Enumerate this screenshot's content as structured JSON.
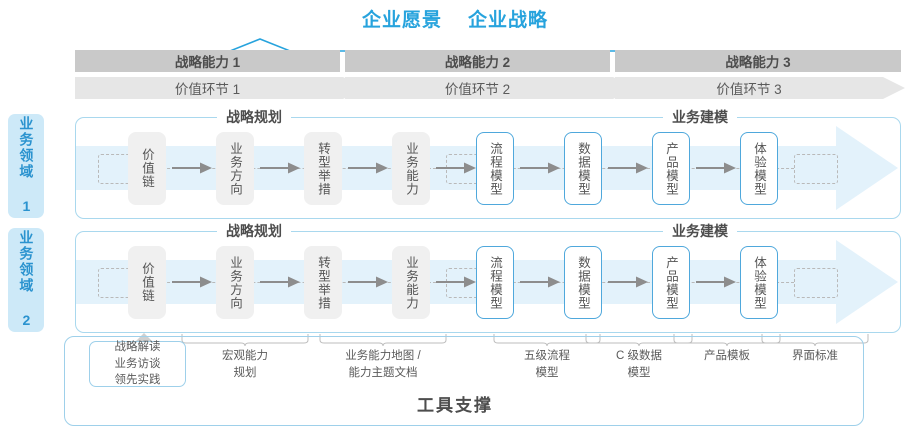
{
  "header": {
    "vision_label": "企业愿景",
    "strategy_label": "企业战略"
  },
  "capability_bars": [
    {
      "label": "战略能力 1"
    },
    {
      "label": "战略能力 2"
    },
    {
      "label": "战略能力 3"
    }
  ],
  "value_bars": [
    {
      "label": "价值环节 1"
    },
    {
      "label": "价值环节 2"
    },
    {
      "label": "价值环节 3"
    }
  ],
  "domains": [
    {
      "label": "业务领域 1"
    },
    {
      "label": "业务领域 2"
    }
  ],
  "lanes": [
    {
      "section_left": "战略规划",
      "section_right": "业务建模",
      "left_nodes": [
        {
          "label": "价值链"
        },
        {
          "label": "业务方向"
        },
        {
          "label": "转型举措"
        },
        {
          "label": "业务能力"
        }
      ],
      "right_nodes": [
        {
          "label": "流程模型"
        },
        {
          "label": "数据模型"
        },
        {
          "label": "产品模型"
        },
        {
          "label": "体验模型"
        }
      ]
    },
    {
      "section_left": "战略规划",
      "section_right": "业务建模",
      "left_nodes": [
        {
          "label": "价值链"
        },
        {
          "label": "业务方向"
        },
        {
          "label": "转型举措"
        },
        {
          "label": "业务能力"
        }
      ],
      "right_nodes": [
        {
          "label": "流程模型"
        },
        {
          "label": "数据模型"
        },
        {
          "label": "产品模型"
        },
        {
          "label": "体验模型"
        }
      ]
    }
  ],
  "tool_items": [
    {
      "label": "战略解读\n业务访谈\n领先实践",
      "boxed": true
    },
    {
      "label": "宏观能力\n规划",
      "boxed": false
    },
    {
      "label": "业务能力地图 /\n能力主题文档",
      "boxed": false
    },
    {
      "label": "五级流程\n模型",
      "boxed": false
    },
    {
      "label": "C 级数据\n模型",
      "boxed": false
    },
    {
      "label": "产品模板",
      "boxed": false
    },
    {
      "label": "界面标准",
      "boxed": false
    }
  ],
  "support": {
    "title": "工具支撑"
  },
  "colors": {
    "accent_blue": "#27a3dd",
    "node_border_blue": "#4fa8dc",
    "lane_border": "#a9d8ee",
    "band_fill": "#e3f2fb",
    "bar_dark": "#c9c9c9",
    "bar_light": "#e6e6e6",
    "text_gray": "#4d4d4d",
    "domain_tab_bg": "#cde9f8"
  }
}
